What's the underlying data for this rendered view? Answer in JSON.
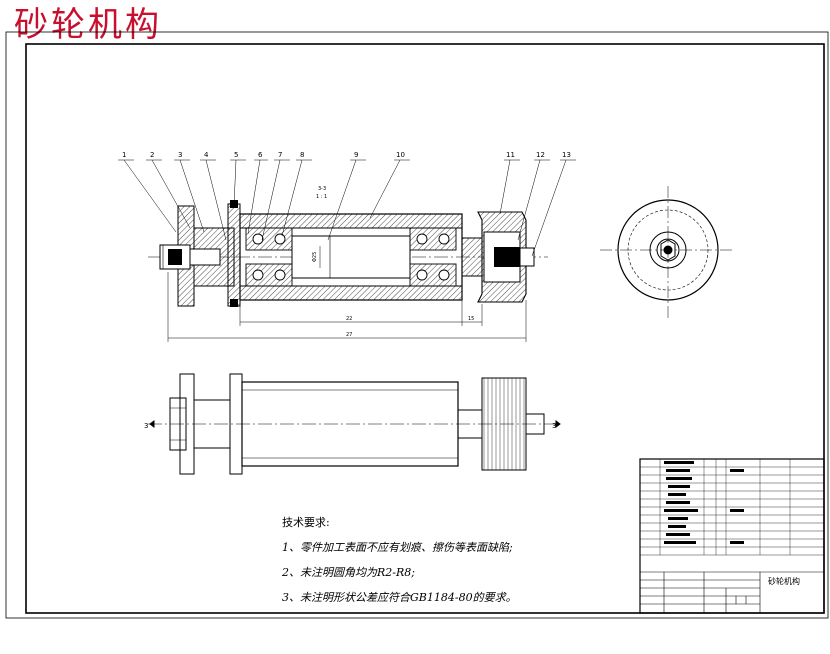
{
  "title": "砂轮机构",
  "part_numbers": [
    "1",
    "2",
    "3",
    "4",
    "5",
    "6",
    "7",
    "8",
    "9",
    "10",
    "11",
    "12",
    "13"
  ],
  "section_label": "3-3",
  "section_scale": "1 : 1",
  "dimensions": {
    "d1": "22",
    "d2": "27",
    "d3": "15",
    "d4": "Φ25"
  },
  "view_markers": {
    "left": "3",
    "right": "3"
  },
  "notes": {
    "title": "技术要求:",
    "items": [
      "1、零件加工表面不应有划痕、擦伤等表面缺陷;",
      "2、未注明圆角均为R2-R8;",
      "3、未注明形状公差应符合GB1184-80的要求。"
    ]
  },
  "title_block": {
    "drawing_name": "砂轮机构"
  }
}
